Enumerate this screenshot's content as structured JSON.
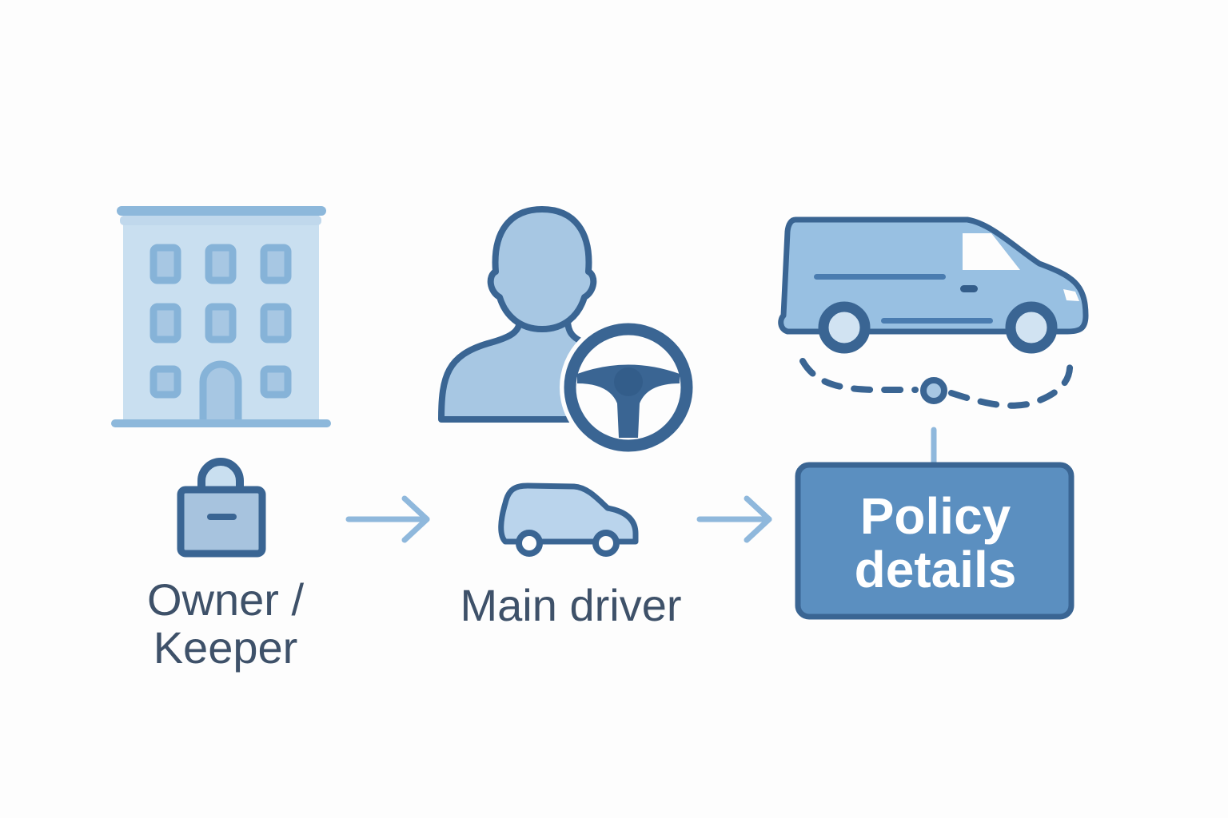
{
  "owner": {
    "line1": "Owner /",
    "line2": "Keeper",
    "icons": [
      "building-icon",
      "lock-icon"
    ]
  },
  "driver": {
    "label": "Main driver",
    "icons": [
      "person-icon",
      "steering-wheel-icon",
      "car-icon"
    ]
  },
  "policy": {
    "line1": "Policy",
    "line2": "details",
    "icons": [
      "van-icon",
      "route-icon"
    ]
  },
  "colors": {
    "dark": "#3a6593",
    "mid": "#5b8fc0",
    "light": "#a7c7e3",
    "pale": "#c9dff0",
    "text": "#3e5169",
    "arrow": "#8fb8dc"
  }
}
